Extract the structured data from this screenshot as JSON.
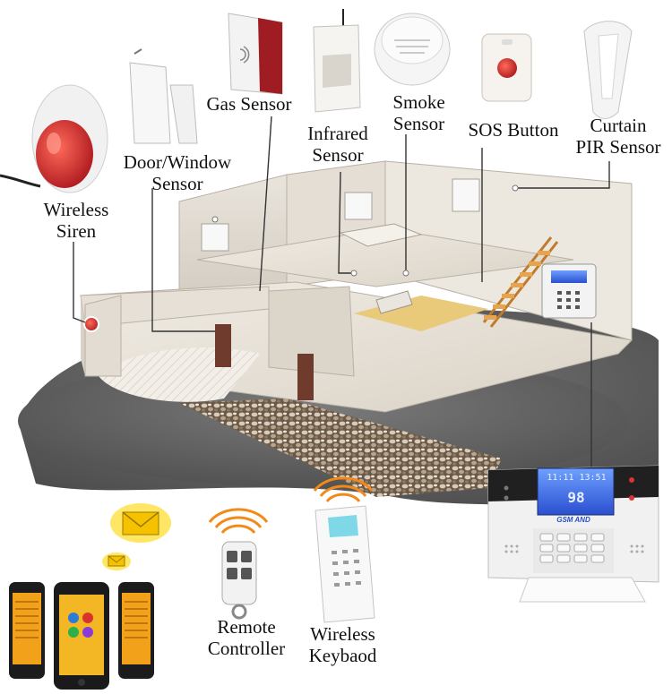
{
  "labels": {
    "siren": [
      "Wireless",
      "Siren"
    ],
    "door": [
      "Door/Window",
      "Sensor"
    ],
    "gas": [
      "Gas Sensor"
    ],
    "infrared": [
      "Infrared",
      "Sensor"
    ],
    "smoke": [
      "Smoke",
      "Sensor"
    ],
    "sos": [
      "SOS Button"
    ],
    "curtain": [
      "Curtain",
      "PIR Sensor"
    ],
    "remote": [
      "Remote",
      "Controller"
    ],
    "keyboard": [
      "Wireless",
      "Keybaod"
    ]
  },
  "panel": {
    "time": "11:11  13:51",
    "number": "98",
    "brand": "GSM AND"
  },
  "icons": [
    "wireless-siren-icon",
    "door-window-sensor-icon",
    "gas-sensor-icon",
    "infrared-sensor-icon",
    "smoke-sensor-icon",
    "sos-button-icon",
    "curtain-pir-sensor-icon",
    "remote-controller-icon",
    "wireless-keyboard-icon",
    "alarm-panel-icon",
    "smartphone-icon",
    "envelope-icon"
  ],
  "colors": {
    "siren_red": "#c0282c",
    "envelope_yellow": "#f6c200",
    "panel_lcd": "#3a63d8",
    "wave_orange": "#f28a1a",
    "ground_dark": "#5b5b5b"
  }
}
